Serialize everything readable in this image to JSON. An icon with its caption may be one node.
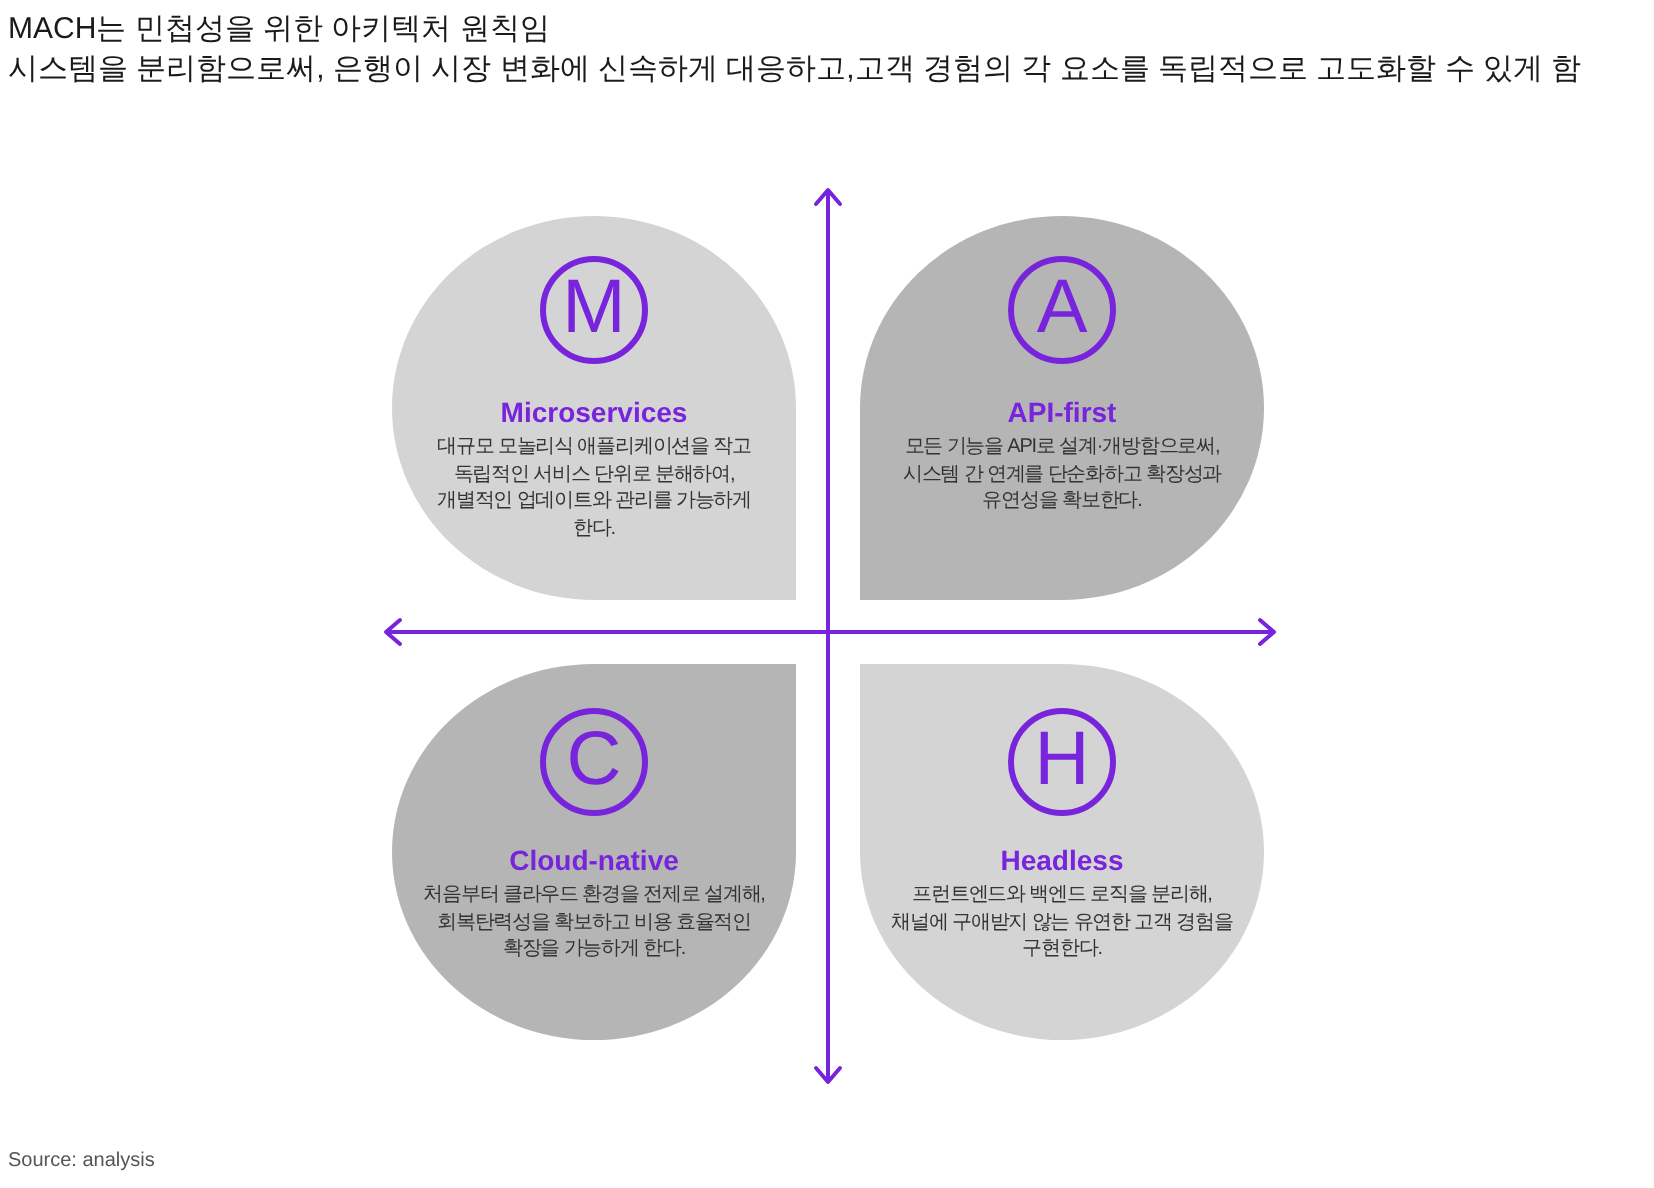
{
  "diagram": {
    "title": "MACH는 민첩성을 위한 아키텍처 원칙임",
    "nodes": [
      {
        "text": [
          "M",
          "Microservices",
          "대규모 모놀리식 애플리케이션을 작고 독립적인 서비스 단위로 분해하여, 개별적인 업데이트와 관리를 가능하게 한다."
        ]
      },
      {
        "text": [
          "A",
          "API-first",
          "모든 기능을 API로 설계·개방함으로써, 시스템 간 연계를 단순화하고 확장성과 유연성을 확보한다."
        ]
      },
      {
        "text": [
          "C",
          "Cloud-native",
          "처음부터 클라우드 환경을 전제로 설계해, 회복탄력성을 확보하고 비용 효율적인 확장을 가능하게 한다."
        ]
      },
      {
        "text": [
          "H",
          "Headless",
          "프런트엔드와 백엔드 로직을 분리해, 채널에 구애받지 않는 유연한 고객 경험을 구현한다."
        ]
      }
    ],
    "labels": [
      "시스템을 분리함으로써, 은행이 시장 변화에 신속하게 대응하고,고객 경험의 각 요소를 독립적으로 고도화할 수 있게 함",
      "Source: analysis"
    ]
  }
}
